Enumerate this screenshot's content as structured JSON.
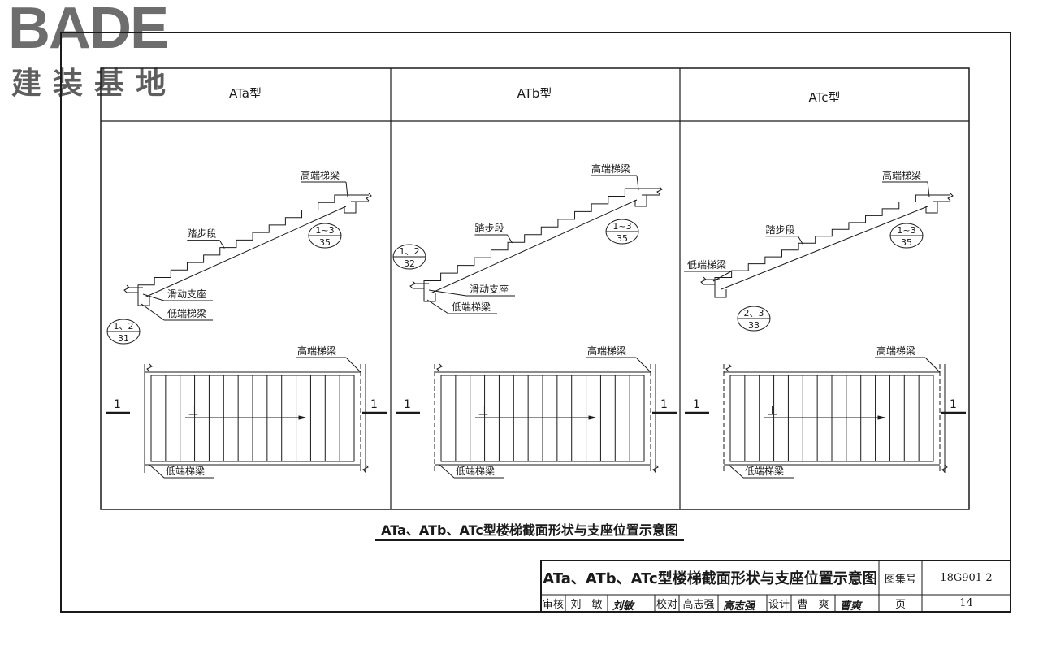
{
  "logo": {
    "wordmark": "BADE",
    "subtitle": "建装基地"
  },
  "panels": [
    {
      "id": "ATa",
      "title": "ATa型",
      "top_beam": "高端梯梁",
      "step_section": "踏步段",
      "detail_top": {
        "top": "1~3",
        "bottom": "35"
      },
      "sliding_support": "滑动支座",
      "low_beam": "低端梯梁",
      "detail_bottom": {
        "top": "1、2",
        "bottom": "31"
      },
      "plan_top_beam": "高端梯梁",
      "plan_up": "上",
      "plan_low_beam": "低端梯梁",
      "section_mark_left": "1",
      "section_mark_right": "1"
    },
    {
      "id": "ATb",
      "title": "ATb型",
      "top_beam": "高端梯梁",
      "step_section": "踏步段",
      "detail_top": {
        "top": "1~3",
        "bottom": "35"
      },
      "sliding_support": "滑动支座",
      "low_beam": "低端梯梁",
      "detail_bottom": {
        "top": "1、2",
        "bottom": "32"
      },
      "plan_top_beam": "高端梯梁",
      "plan_up": "上",
      "plan_low_beam": "低端梯梁",
      "section_mark_left": "1",
      "section_mark_right": "1"
    },
    {
      "id": "ATc",
      "title": "ATc型",
      "top_beam": "高端梯梁",
      "step_section": "踏步段",
      "detail_top": {
        "top": "1~3",
        "bottom": "35"
      },
      "low_beam": "低端梯梁",
      "detail_bottom": {
        "top": "2、3",
        "bottom": "33"
      },
      "plan_top_beam": "高端梯梁",
      "plan_up": "上",
      "plan_low_beam": "低端梯梁",
      "section_mark_left": "1",
      "section_mark_right": "1"
    }
  ],
  "caption": "ATa、ATb、ATc型楼梯截面形状与支座位置示意图",
  "title_block": {
    "title": "ATa、ATb、ATc型楼梯截面形状与支座位置示意图",
    "atlas_label": "图集号",
    "atlas_no": "18G901-2",
    "review_label": "审核",
    "reviewer": "刘　敏",
    "reviewer_sig": "刘敏",
    "check_label": "校对",
    "checker": "高志强",
    "checker_sig": "高志强",
    "design_label": "设计",
    "designer": "曹　爽",
    "designer_sig": "曹爽",
    "page_label": "页",
    "page_no": "14"
  },
  "colors": {
    "ink": "#1a1a1a",
    "logo_gray": "#6d6d6d"
  }
}
